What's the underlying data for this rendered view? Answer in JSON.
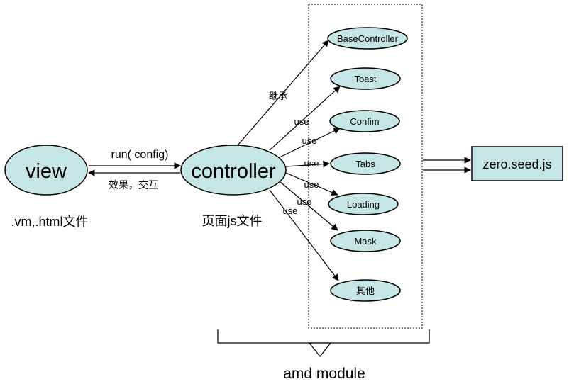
{
  "nodes": {
    "view": "view",
    "controller": "controller",
    "zero_seed": "zero.seed.js",
    "modules": [
      "BaseController",
      "Toast",
      "Confim",
      "Tabs",
      "Loading",
      "Mask",
      "其他"
    ]
  },
  "captions": {
    "view_caption": ".vm,.html文件",
    "controller_caption": "页面js文件",
    "run_config": "run( config)",
    "effect_interaction": "效果，交互",
    "amd_module": "amd module"
  },
  "edge_labels": {
    "inherit": "继承",
    "use": "use"
  },
  "colors": {
    "node_fill": "#c6e6e6",
    "stroke": "#000000",
    "background": "#ffffff"
  }
}
